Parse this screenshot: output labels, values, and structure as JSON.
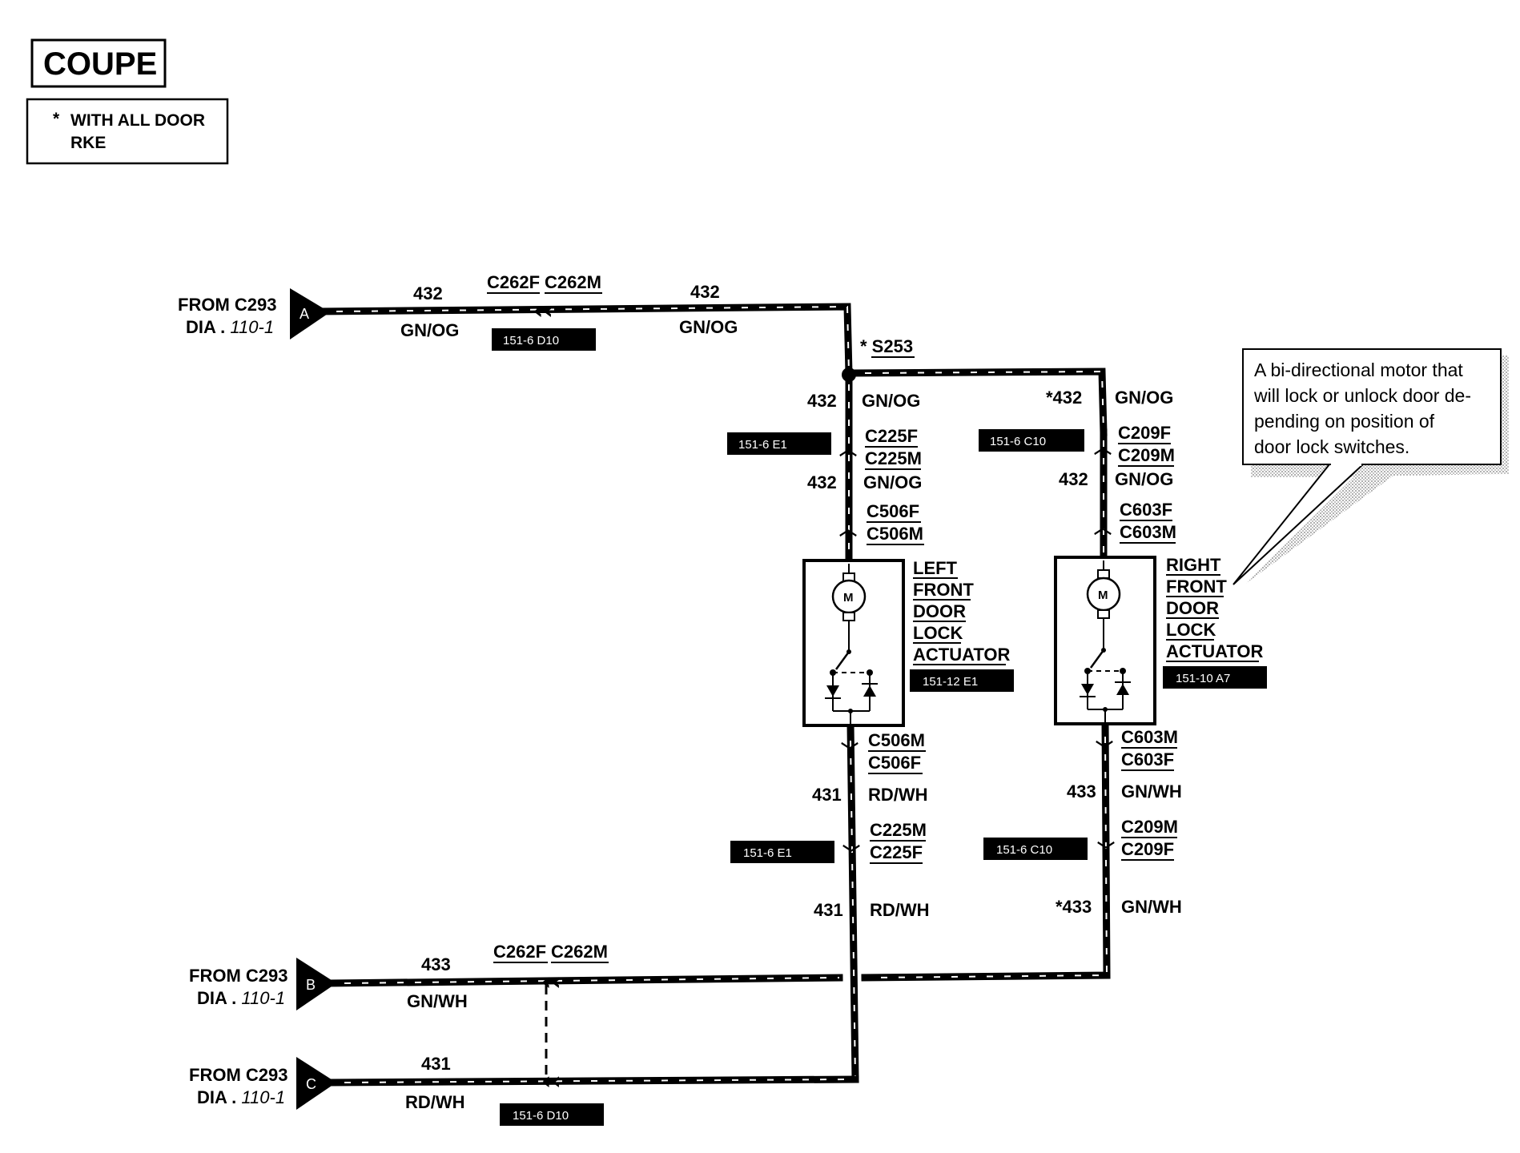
{
  "legend": {
    "title": "COUPE",
    "footnote_star": "*",
    "footnote_line1": "WITH ALL DOOR",
    "footnote_line2": "RKE"
  },
  "sources": [
    {
      "letter": "A",
      "from": "FROM C293",
      "dia": "DIA .",
      "page": "110-1"
    },
    {
      "letter": "B",
      "from": "FROM C293",
      "dia": "DIA .",
      "page": "110-1"
    },
    {
      "letter": "C",
      "from": "FROM C293",
      "dia": "DIA .",
      "page": "110-1"
    }
  ],
  "top_run": {
    "circuit_left": "432",
    "color_left": "GN/OG",
    "circuit_right": "432",
    "color_right": "GN/OG",
    "conn_f": "C262F",
    "conn_m": "C262M",
    "ref": "151-6 D10"
  },
  "splice": {
    "label": "* S253"
  },
  "left_branch": {
    "circuit1": "432",
    "color1": "GN/OG",
    "conn1_top": "C225F",
    "conn1_bottom": "C225M",
    "ref1": "151-6 E1",
    "circuit2": "432",
    "color2": "GN/OG",
    "conn2_top": "C506F",
    "conn2_bottom": "C506M",
    "conn3_top": "C506M",
    "conn3_bottom": "C506F",
    "circuit3": "431",
    "color3": "RD/WH",
    "conn4_top": "C225M",
    "conn4_bottom": "C225F",
    "ref4": "151-6 E1",
    "circuit4": "431",
    "color4": "RD/WH"
  },
  "right_branch": {
    "circuit1": "*432",
    "color1": "GN/OG",
    "conn1_top": "C209F",
    "conn1_bottom": "C209M",
    "ref1": "151-6 C10",
    "circuit2": "432",
    "color2": "GN/OG",
    "conn2_top": "C603F",
    "conn2_bottom": "C603M",
    "conn3_top": "C603M",
    "conn3_bottom": "C603F",
    "circuit3": "433",
    "color3": "GN/WH",
    "conn4_top": "C209M",
    "conn4_bottom": "C209F",
    "ref4": "151-6 C10",
    "circuit4": "*433",
    "color4": "GN/WH"
  },
  "left_actuator": {
    "lines": [
      "LEFT",
      "FRONT",
      "DOOR",
      "LOCK",
      "ACTUATOR"
    ],
    "ref": "151-12 E1",
    "motor": "M"
  },
  "right_actuator": {
    "lines": [
      "RIGHT",
      "FRONT",
      "DOOR",
      "LOCK",
      "ACTUATOR"
    ],
    "ref": "151-10 A7",
    "motor": "M"
  },
  "bottom_b": {
    "circuit": "433",
    "color": "GN/WH",
    "conn_f": "C262F",
    "conn_m": "C262M"
  },
  "bottom_c": {
    "circuit": "431",
    "color": "RD/WH",
    "ref": "151-6 D10"
  },
  "callout": {
    "lines": [
      "A bi-directional motor that",
      "will lock or unlock door de-",
      "pending on position of",
      "door lock switches."
    ]
  }
}
